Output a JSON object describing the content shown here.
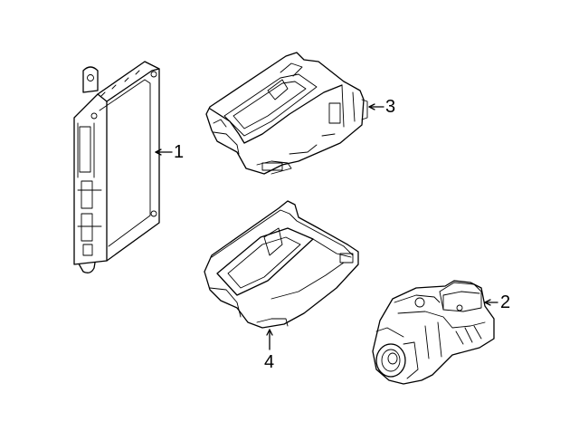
{
  "callouts": {
    "part1": "1",
    "part2": "2",
    "part3": "3",
    "part4": "4"
  }
}
